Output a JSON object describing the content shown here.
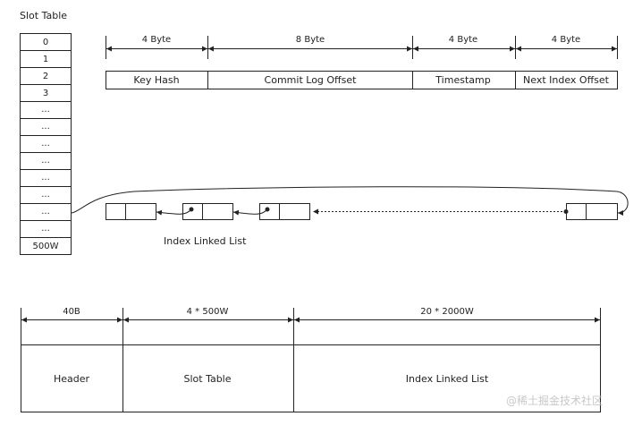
{
  "slot_table": {
    "title": "Slot Table",
    "rows": [
      "0",
      "1",
      "2",
      "3",
      "...",
      "...",
      "...",
      "...",
      "...",
      "...",
      "...",
      "...",
      "500W"
    ]
  },
  "entry": {
    "sizes": [
      "4 Byte",
      "8 Byte",
      "4 Byte",
      "4 Byte"
    ],
    "fields": [
      "Key Hash",
      "Commit Log Offset",
      "Timestamp",
      "Next Index Offset"
    ]
  },
  "linked_list": {
    "label": "Index Linked List"
  },
  "file_layout": {
    "sizes": [
      "40B",
      "4 * 500W",
      "20 * 2000W"
    ],
    "sections": [
      "Header",
      "Slot Table",
      "Index Linked List"
    ]
  },
  "watermark": "@稀土掘金技术社区"
}
